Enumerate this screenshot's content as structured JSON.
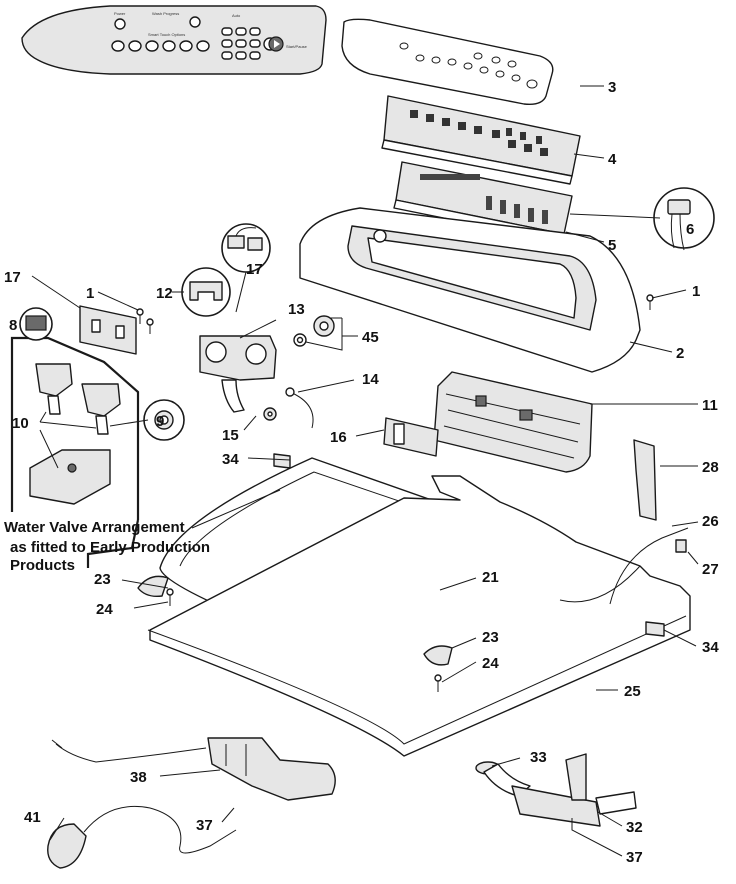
{
  "diagram": {
    "callouts": {
      "c1a": "1",
      "c1b": "1",
      "c2": "2",
      "c3": "3",
      "c4": "4",
      "c5": "5",
      "c6": "6",
      "c8": "8",
      "c9": "9",
      "c10": "10",
      "c11": "11",
      "c12": "12",
      "c13": "13",
      "c14": "14",
      "c15": "15",
      "c16": "16",
      "c17a": "17",
      "c17b": "17",
      "c21": "21",
      "c23a": "23",
      "c23b": "23",
      "c24a": "24",
      "c24b": "24",
      "c25": "25",
      "c26": "26",
      "c27": "27",
      "c28": "28",
      "c32": "32",
      "c33": "33",
      "c34a": "34",
      "c34b": "34",
      "c37a": "37",
      "c37b": "37",
      "c38": "38",
      "c41": "41",
      "c45": "45"
    },
    "caption_lines": [
      "Water Valve Arrangement",
      "as fitted to Early Production",
      "Products"
    ],
    "panel_labels": {
      "power": "Power",
      "wash_progress": "Wash Progress",
      "smart_touch": "Smart Touch Options",
      "auto": "Auto",
      "start_pause": "Start/Pause"
    }
  }
}
